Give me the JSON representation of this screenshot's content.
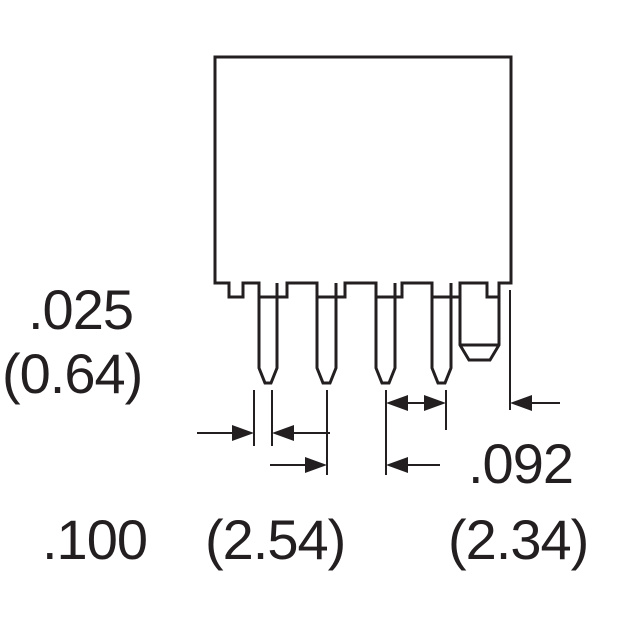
{
  "dimensions": {
    "pin_width": {
      "inch": ".025",
      "mm": "(0.64)"
    },
    "pitch": {
      "inch": ".100",
      "mm": "(2.54)"
    },
    "offset": {
      "inch": ".092",
      "mm": "(2.34)"
    }
  },
  "colors": {
    "line": "#231f20",
    "background": "#ffffff"
  }
}
